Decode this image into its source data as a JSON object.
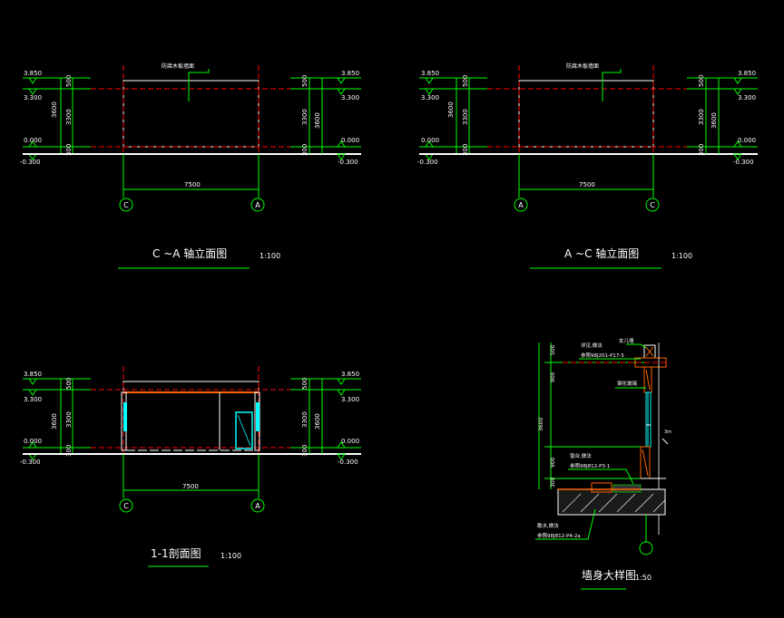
{
  "colors": {
    "background": "#000000",
    "line": "#ffffff",
    "dim": "#00ff00",
    "axis": "#ff0000",
    "text": "#ffffff",
    "glass": "#00ffff",
    "detail": "#ff6600"
  },
  "elev_views": [
    {
      "title": "C ~A 轴立面图",
      "scale": "1:100",
      "callout": "防腐木板墙面",
      "axis_left": "C",
      "axis_right": "A",
      "span": "7500",
      "levels": [
        "3.850",
        "3.300",
        "0.000",
        "-0.300"
      ],
      "dims": [
        "500",
        "3300",
        "300",
        "3600"
      ]
    },
    {
      "title": "A ~C 轴立面图",
      "scale": "1:100",
      "callout": "防腐木板墙面",
      "axis_left": "A",
      "axis_right": "C",
      "span": "7500",
      "levels": [
        "3.850",
        "3.300",
        "0.000",
        "-0.300"
      ],
      "dims": [
        "500",
        "3300",
        "300",
        "3600"
      ]
    },
    {
      "title": "1-1剖面图",
      "scale": "1:100",
      "callout": "",
      "axis_left": "C",
      "axis_right": "A",
      "span": "7500",
      "levels": [
        "3.850",
        "3.300",
        "0.000",
        "-0.300"
      ],
      "dims": [
        "500",
        "3300",
        "300",
        "3600"
      ]
    }
  ],
  "detail": {
    "title": "墙身大样图",
    "scale": "1:50",
    "top_note": "女儿墙",
    "roof_note": "详见,做法",
    "roof_ref": "参照98J201-P17-5",
    "glass_note": "钢化玻璃",
    "sill_note": "窗台,做法",
    "sill_ref": "参照98J812-P3-1",
    "base_note": "散水,做法",
    "base_ref": "参照98J812-P4-2a",
    "height_note": "3m",
    "dims": [
      "500",
      "900",
      "3600",
      "900",
      "300"
    ]
  }
}
